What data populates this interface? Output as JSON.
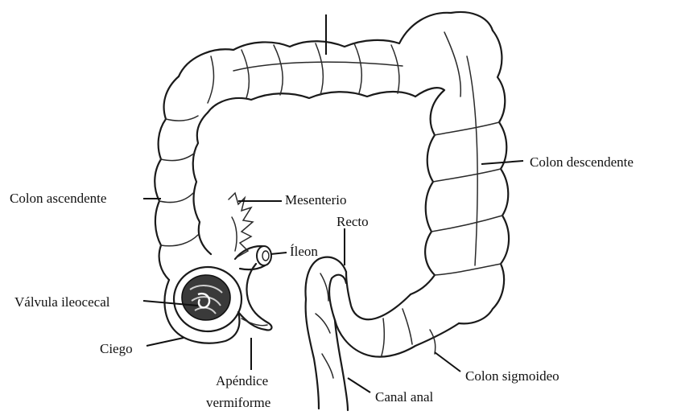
{
  "labels": {
    "colon_descendente": "Colon descendente",
    "colon_ascendente": "Colon ascendente",
    "mesenterio": "Mesenterio",
    "recto": "Recto",
    "ileon": "Íleon",
    "valvula_ileocecal": "Válvula ileocecal",
    "ciego": "Ciego",
    "apendice_line1": "Apéndice",
    "apendice_line2": "vermiforme",
    "canal_anal": "Canal anal",
    "colon_sigmoideo": "Colon sigmoideo"
  },
  "colors": {
    "ink": "#1a1a1a",
    "background": "#ffffff"
  }
}
